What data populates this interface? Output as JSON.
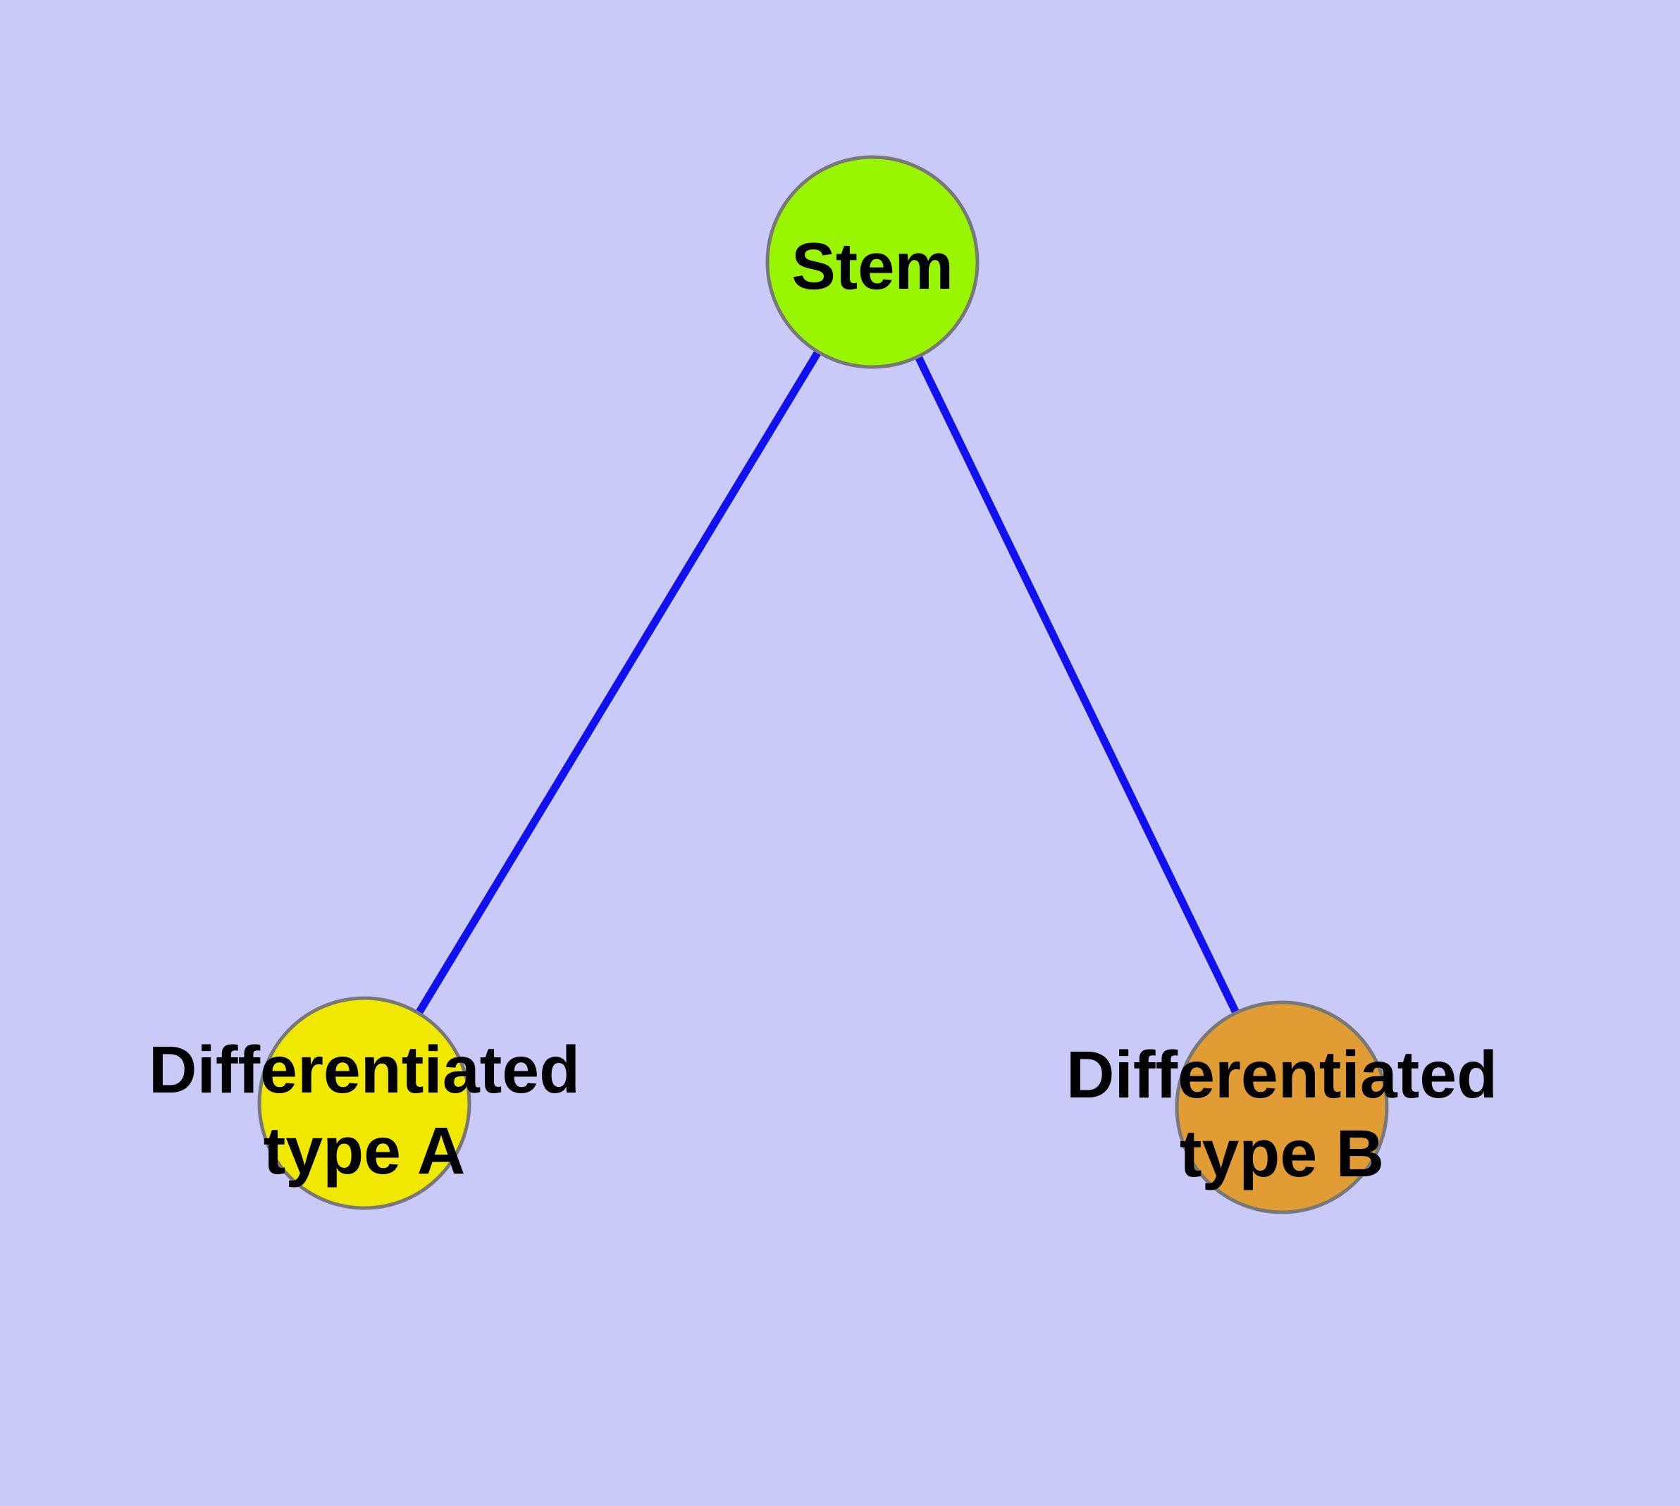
{
  "canvas": {
    "background": "#CACAF8",
    "width": "2384",
    "height": "2138"
  },
  "edges": {
    "color": "#1111F0",
    "list": [
      {
        "from": "Stem",
        "to": "Differentiated type A"
      },
      {
        "from": "Stem",
        "to": "Differentiated type B"
      }
    ]
  },
  "nodes": {
    "stem": {
      "label": "Stem",
      "fill": "#99F500"
    },
    "type_a": {
      "label_line1": "Differentiated",
      "label_line2": "type A",
      "fill": "#F1E800"
    },
    "type_b": {
      "label_line1": "Differentiated",
      "label_line2": "type B",
      "fill": "#E19C33"
    }
  },
  "colors": {
    "node_border": "#787878",
    "label_text": "#000000"
  }
}
